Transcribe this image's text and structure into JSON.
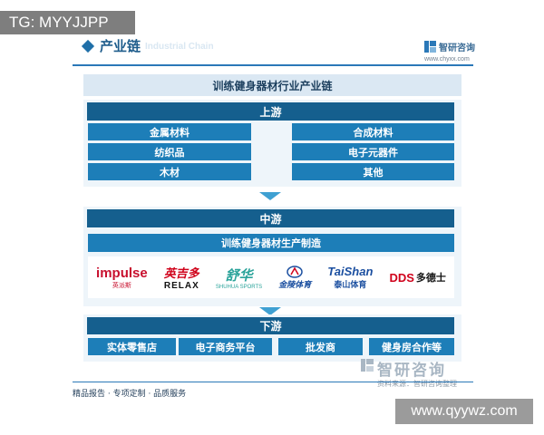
{
  "watermark_tag": "TG: MYYJJPP",
  "section": {
    "title": "产业链",
    "ghost": "Industrial Chain"
  },
  "brand": {
    "name": "智研咨询",
    "url": "www.chyxx.com"
  },
  "title": "训练健身器材行业产业链",
  "upstream": {
    "header": "上游",
    "left": [
      "金属材料",
      "纺织品",
      "木材"
    ],
    "right": [
      "合成材料",
      "电子元器件",
      "其他"
    ]
  },
  "midstream": {
    "header": "中游",
    "process": "训练健身器材生产制造",
    "brands": [
      {
        "main": "impulse",
        "sub": "英派斯",
        "icon": "impulse-logo"
      },
      {
        "main": "英吉多",
        "sub": "RELAX",
        "icon": "relax-logo"
      },
      {
        "main": "舒华",
        "sub": "SHUHUA SPORTS",
        "icon": "shuhua-logo"
      },
      {
        "main": "金陵体育",
        "sub": "",
        "icon": "jinling-logo"
      },
      {
        "main": "TaiShan",
        "sub": "泰山体育",
        "icon": "taishan-logo"
      },
      {
        "main": "DDS",
        "sub": "多德士",
        "icon": "dds-logo"
      }
    ]
  },
  "downstream": {
    "header": "下游",
    "items": [
      "实体零售店",
      "电子商务平台",
      "批发商",
      "健身房合作等"
    ]
  },
  "footer": "精品报告 · 专项定制 · 品质服务",
  "bottom_watermark": {
    "brand": "智研咨询",
    "caption": "资料来源：智研咨询整理"
  },
  "url_tag": "www.qyywz.com",
  "colors": {
    "header": "#155f8e",
    "cell": "#1d7eb8",
    "block_bg": "#eef5fa",
    "arrow": "#3fa0d2"
  }
}
